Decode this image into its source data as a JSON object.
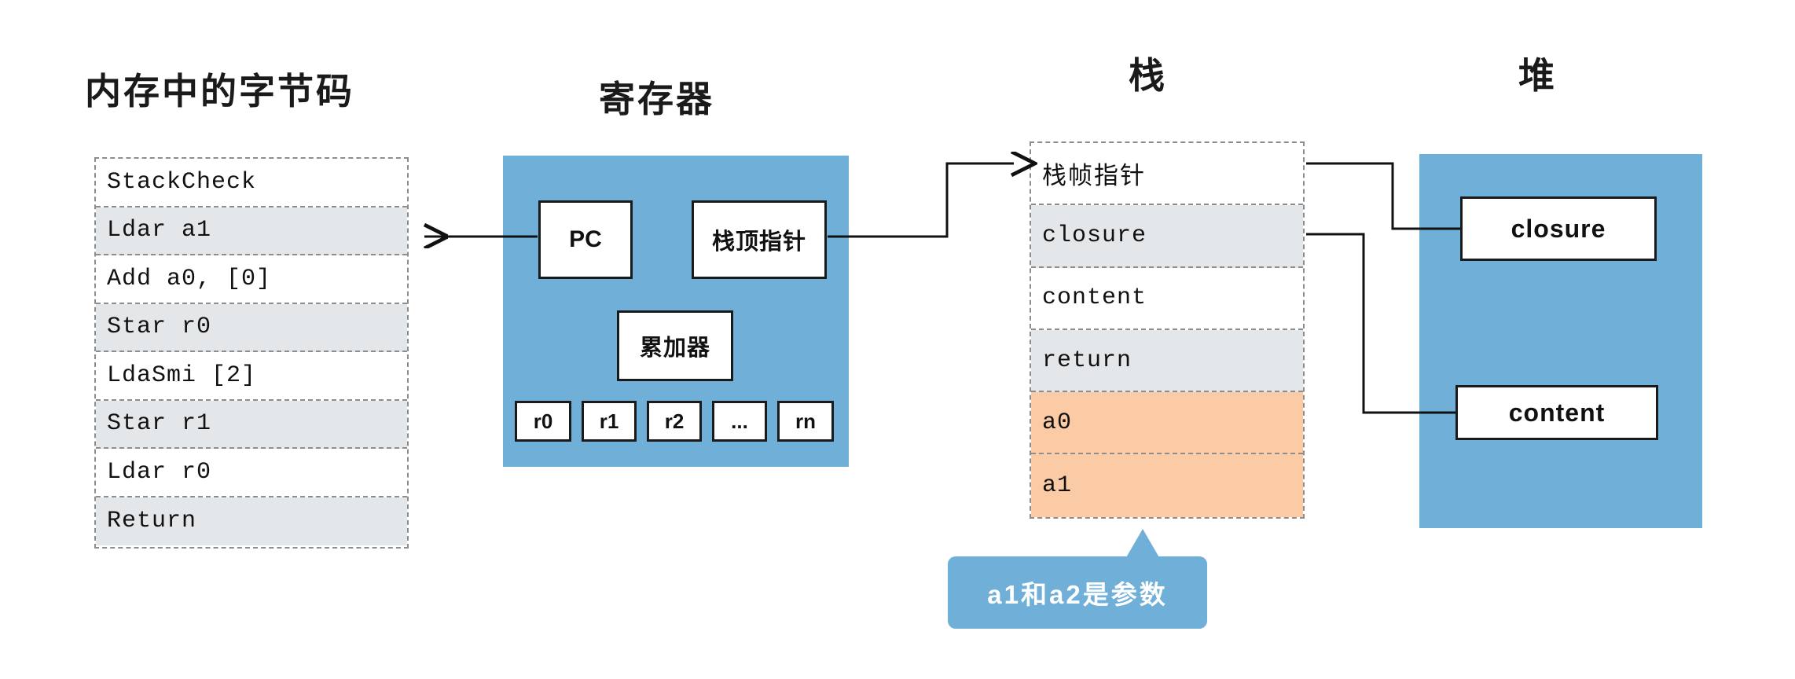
{
  "diagram": {
    "title": "V8 bytecode execution: memory, registers, stack and heap",
    "colors": {
      "panel_blue": "#6fafd8",
      "row_grey": "#e4e7e9",
      "row_orange": "#fbcba6",
      "row_white": "#ffffff",
      "outline": "#1a1a1a",
      "dashed_border": "#8d8d8d",
      "tooltip_text": "#ffffff"
    }
  },
  "columns": {
    "bytecode_title": "内存中的字节码",
    "registers_title": "寄存器",
    "stack_title": "栈",
    "heap_title": "堆"
  },
  "bytecode": {
    "rows": [
      {
        "text": "StackCheck",
        "shade": "white"
      },
      {
        "text": "Ldar a1",
        "shade": "grey"
      },
      {
        "text": "Add a0, [0]",
        "shade": "white"
      },
      {
        "text": "Star r0",
        "shade": "grey"
      },
      {
        "text": "LdaSmi [2]",
        "shade": "white"
      },
      {
        "text": "Star r1",
        "shade": "grey"
      },
      {
        "text": "Ldar r0",
        "shade": "white"
      },
      {
        "text": "Return",
        "shade": "grey"
      }
    ]
  },
  "registers": {
    "pc_label": "PC",
    "stack_pointer_label": "栈顶指针",
    "accumulator_label": "累加器",
    "general_registers": [
      "r0",
      "r1",
      "r2",
      "...",
      "rn"
    ]
  },
  "stack": {
    "rows": [
      {
        "text": "栈帧指针",
        "shade": "white",
        "script": "cjk"
      },
      {
        "text": "closure",
        "shade": "grey",
        "script": "mono"
      },
      {
        "text": "content",
        "shade": "white",
        "script": "mono"
      },
      {
        "text": "return",
        "shade": "grey",
        "script": "mono"
      },
      {
        "text": "a0",
        "shade": "orange",
        "script": "mono"
      },
      {
        "text": "a1",
        "shade": "orange",
        "script": "mono"
      }
    ]
  },
  "heap": {
    "boxes": [
      "closure",
      "content"
    ]
  },
  "callout": {
    "text": "a1和a2是参数"
  }
}
